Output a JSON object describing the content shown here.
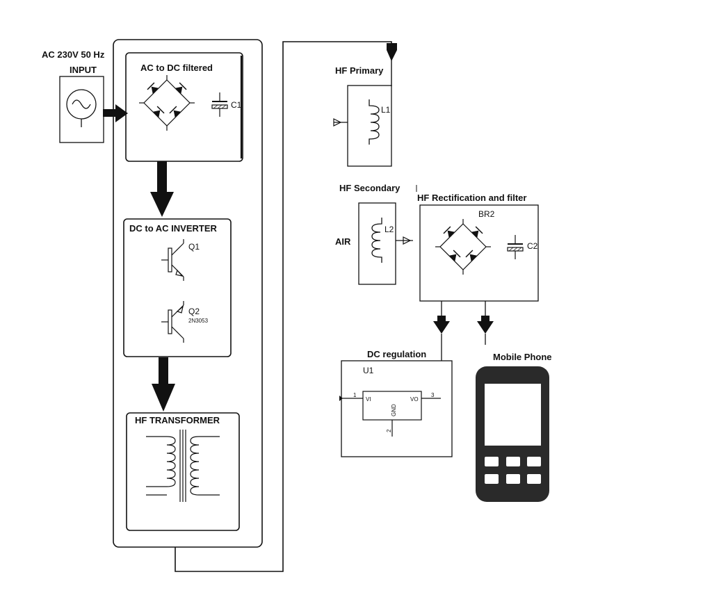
{
  "input": {
    "title": "AC 230V 50 Hz",
    "sub": "INPUT"
  },
  "ac_dc": {
    "title": "AC to DC filtered",
    "cap_label": "C1"
  },
  "inverter": {
    "title": "DC to AC INVERTER",
    "q1_label": "Q1",
    "q2_label": "Q2",
    "q2_part": "2N3053"
  },
  "transformer": {
    "title": "HF TRANSFORMER"
  },
  "hf_primary": {
    "title": "HF Primary",
    "coil_label": "L1"
  },
  "hf_secondary": {
    "title": "HF Secondary",
    "coil_label": "L2",
    "medium_label": "AIR"
  },
  "rectifier": {
    "title": "HF Rectification and filter",
    "bridge_label": "BR2",
    "cap_label": "C2"
  },
  "regulator": {
    "title": "DC regulation",
    "ic_label": "U1",
    "vi_label": "VI",
    "vo_label": "VO",
    "gnd_label": "GND",
    "pin1": "1",
    "pin2": "2",
    "pin3": "3"
  },
  "phone": {
    "title": "Mobile Phone"
  },
  "colors": {
    "line": "#111111",
    "phone_body": "#2a2a2a",
    "phone_screen": "#ffffff"
  }
}
